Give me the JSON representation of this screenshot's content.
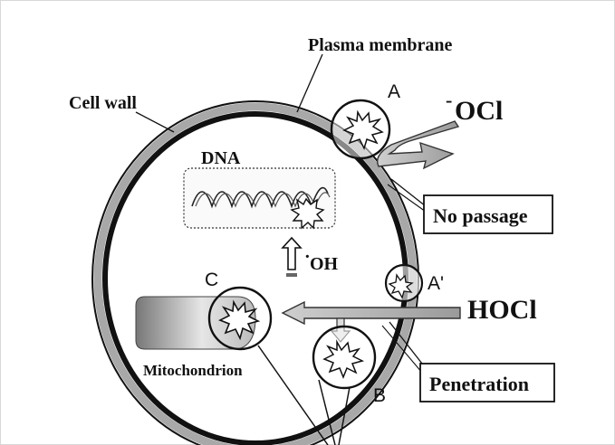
{
  "labels": {
    "plasma_membrane": "Plasma membrane",
    "cell_wall": "Cell wall",
    "dna": "DNA",
    "ocl": "OCl",
    "ocl_charge": "-",
    "no_passage": "No passage",
    "oh": "OH",
    "oh_dot": "·",
    "hocl": "HOCl",
    "mitochondrion": "Mitochondrion",
    "penetration": "Penetration",
    "site_a": "A",
    "site_a_prime": "A'",
    "site_b": "B",
    "site_c": "C"
  }
}
